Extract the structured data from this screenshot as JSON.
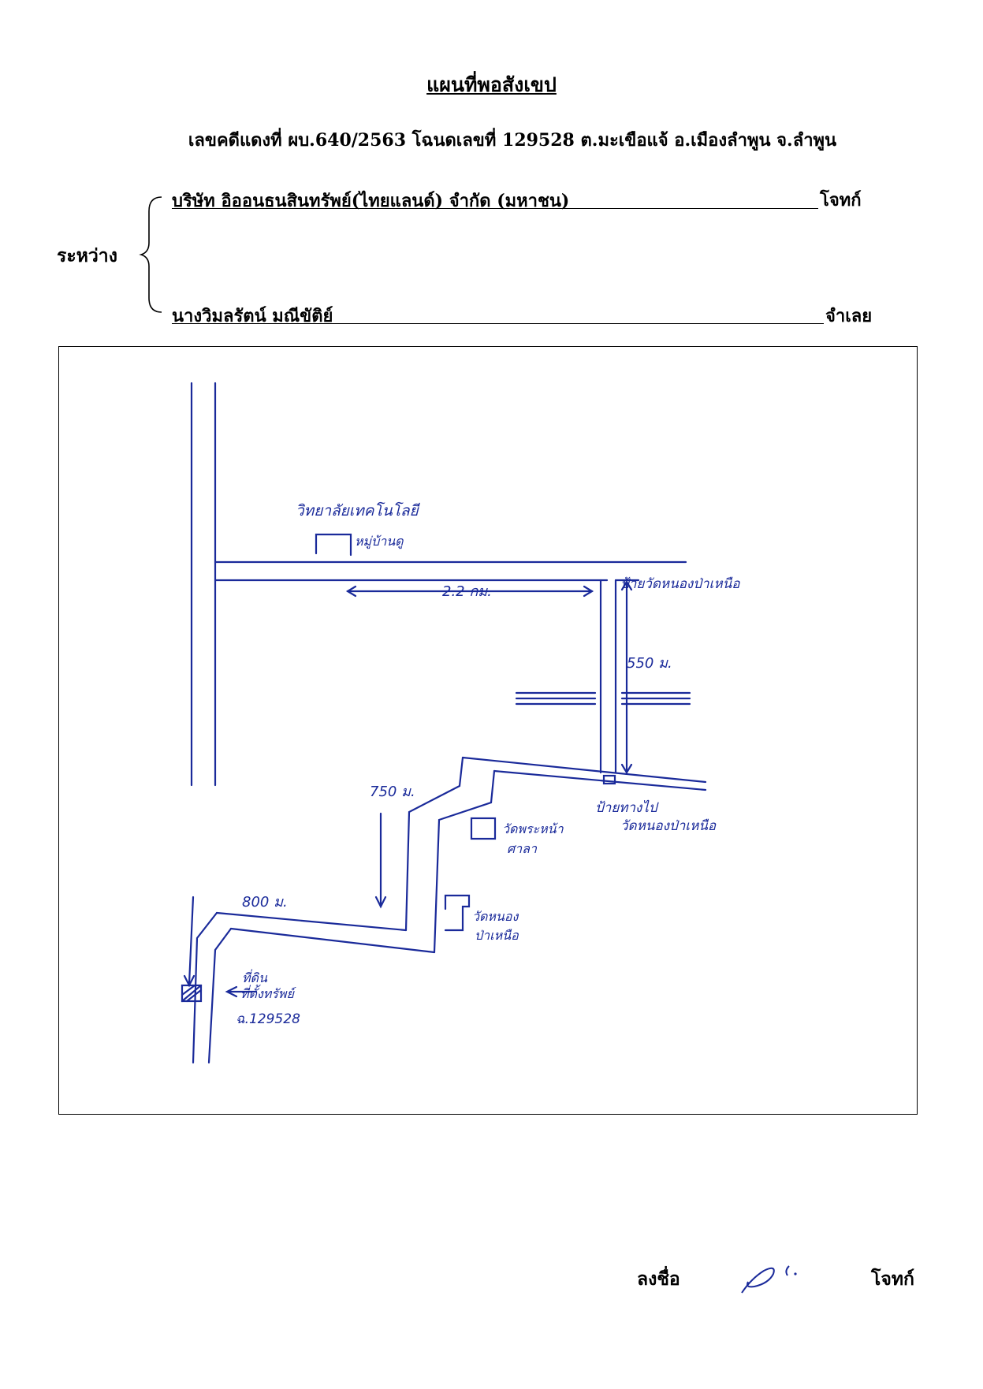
{
  "document": {
    "title": "แผนที่พอสังเขป",
    "case_line": "เลขคดีแดงที่ ผบ.640/2563  โฉนดเลขที่ 129528  ต.มะเขือแจ้  อ.เมืองลำพูน  จ.ลำพูน",
    "between_label": "ระหว่าง",
    "plaintiff_name": "บริษัท อิออนธนสินทรัพย์(ไทยแลนด์) จำกัด  (มหาชน)",
    "plaintiff_role": "โจทก์",
    "defendant_name": "นางวิมลรัตน์  มณีขัติย์",
    "defendant_role": "จำเลย"
  },
  "map": {
    "ink_color": "#1a2a9a",
    "labels": {
      "top_landmark": "วิทยาลัยเทคโนโลยี",
      "top_landmark_sub": "หมู่บ้านดู",
      "dist_1": "2.2 กม.",
      "right_landmark": "ป้ายวัดหนองป่าเหนือ",
      "dist_2": "550 ม.",
      "dist_3": "750 ม.",
      "temple_1": "วัดพระหน้า",
      "temple_1_sub": "ศาลา",
      "sign_2": "ป้ายทางไป",
      "sign_2_sub": "วัดหนองป่าเหนือ",
      "dist_4": "800 ม.",
      "temple_2": "วัดหนอง",
      "temple_2_sub": "ป่าเหนือ",
      "target_1": "ที่ดิน",
      "target_2": "ที่ตั้งทรัพย์",
      "deed_number": "ฉ.129528"
    }
  },
  "footer": {
    "sign_label": "ลงชื่อ",
    "sign_role": "โจทก์"
  }
}
